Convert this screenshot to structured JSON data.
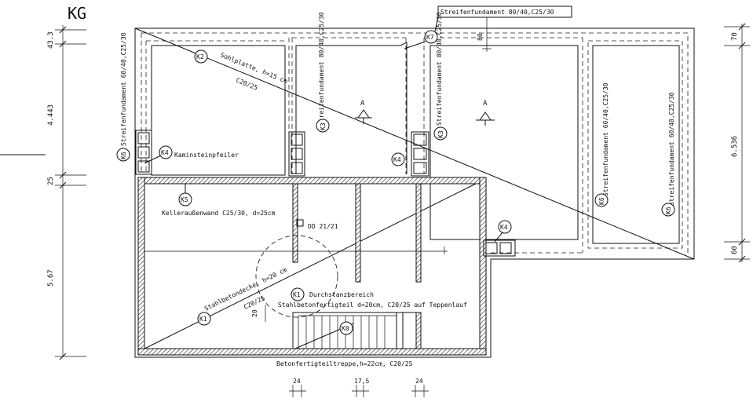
{
  "title": "KG",
  "labels": {
    "streifen_top": "Streifenfundament 80/40,C25/30",
    "streifen_left": "Streifenfundament 60/40,C25/30",
    "streifen_mid1": "Streifenfundament 80/40,C25/30",
    "streifen_mid2": "Streifenfundament 80/40,C25/30",
    "streifen_right_a": "Streifenfundament 60/40,C25/30",
    "streifen_right_b": "Streifenfundament 60/40,C25/30",
    "sohlplatte_1": "Sohlplatte, h=15 cm",
    "sohlplatte_2": "C20/25",
    "kaminsteinpfeiler": "Kaminsteinpfeiler",
    "kellerwand": "Kelleraußenwand C25/30, d=25cm",
    "dd": "DD 21/21",
    "durchstanz": "Durchstanzbereich",
    "stahlbetondecke": "Stahlbetondecke, h=20 cm",
    "c20_25": "C20/25",
    "fertigteil": "Stahlbetonfertigteil d=20cm, C20/25 auf Teppenlauf",
    "treppe": "Betonfertigteiltreppe,h=22cm, C20/25",
    "section_a1": "A",
    "section_a2": "A",
    "dim_80": "80",
    "dim_20": "20"
  },
  "markers": {
    "k0": "K0",
    "k1": "K1",
    "k1b": "K1",
    "k2": "K2",
    "k3a": "K3",
    "k3b": "K3",
    "k4a": "K4",
    "k4b": "K4",
    "k4c": "K4",
    "k5": "K5",
    "k6a": "K6",
    "k6b": "K6",
    "k6c": "K6",
    "k7": "K7"
  },
  "dimensions_left": [
    "43.3",
    "4.443",
    "25",
    "5.67"
  ],
  "dimensions_right": [
    "70",
    "6.536",
    "60"
  ],
  "dimensions_bottom": [
    "24",
    "17,5",
    "24"
  ]
}
